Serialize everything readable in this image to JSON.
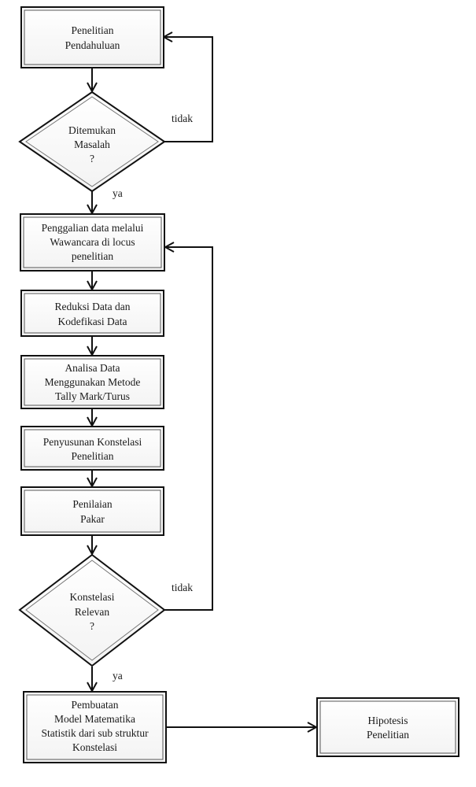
{
  "nodes": [
    {
      "id": "penelitian-pendahuluan",
      "shape": "process",
      "lines": [
        "Penelitian",
        "Pendahuluan"
      ]
    },
    {
      "id": "ditemukan-masalah",
      "shape": "decision",
      "lines": [
        "Ditemukan",
        "Masalah",
        "?"
      ]
    },
    {
      "id": "penggalian-data",
      "shape": "process",
      "lines": [
        "Penggalian data melalui",
        "Wawancara di locus",
        "penelitian"
      ]
    },
    {
      "id": "reduksi-data",
      "shape": "process",
      "lines": [
        "Reduksi Data dan",
        "Kodefikasi Data"
      ]
    },
    {
      "id": "analisa-data",
      "shape": "process",
      "lines": [
        "Analisa Data",
        "Menggunakan Metode",
        "Tally Mark/Turus"
      ]
    },
    {
      "id": "penyusunan-konstelasi",
      "shape": "process",
      "lines": [
        "Penyusunan Konstelasi",
        "Penelitian"
      ]
    },
    {
      "id": "penilaian-pakar",
      "shape": "process",
      "lines": [
        "Penilaian",
        "Pakar"
      ]
    },
    {
      "id": "konstelasi-relevan",
      "shape": "decision",
      "lines": [
        "Konstelasi",
        "Relevan",
        "?"
      ]
    },
    {
      "id": "pembuatan-model",
      "shape": "process",
      "lines": [
        "Pembuatan",
        "Model Matematika",
        "Statistik dari sub struktur",
        "Konstelasi"
      ]
    },
    {
      "id": "hipotesis-penelitian",
      "shape": "process",
      "lines": [
        "Hipotesis",
        "Penelitian"
      ]
    }
  ],
  "edge_labels": {
    "tidak_1": "tidak",
    "ya_1": "ya",
    "tidak_2": "tidak",
    "ya_2": "ya"
  }
}
